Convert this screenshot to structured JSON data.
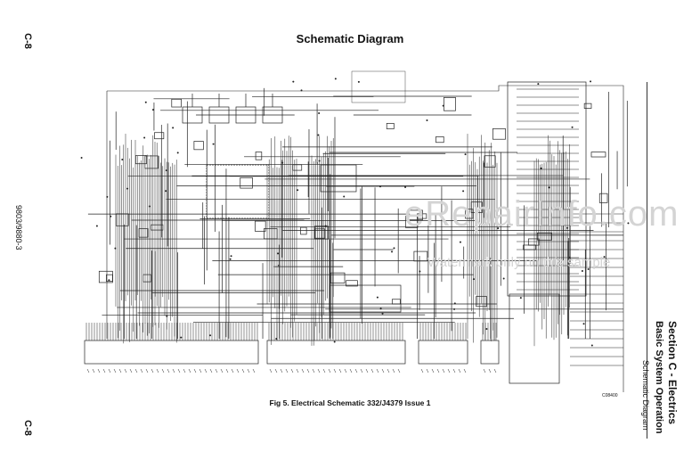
{
  "page": {
    "title": "Schematic Diagram",
    "page_code_top": "C-8",
    "page_code_bottom": "C-8",
    "doc_number": "9803/9880-3",
    "section": "Section C - Electrics",
    "subsection": "Basic System Operation",
    "subsubsection": "Schematic Diagram",
    "caption": "Fig 5. Electrical Schematic 332/J4379 Issue 1",
    "figure_ref": "C08400"
  },
  "watermark": {
    "line1": "eRepairInfo.com",
    "line2": "Watermark only on this sample"
  },
  "colors": {
    "ink": "#111111",
    "watermark": "#d4d4d4"
  }
}
